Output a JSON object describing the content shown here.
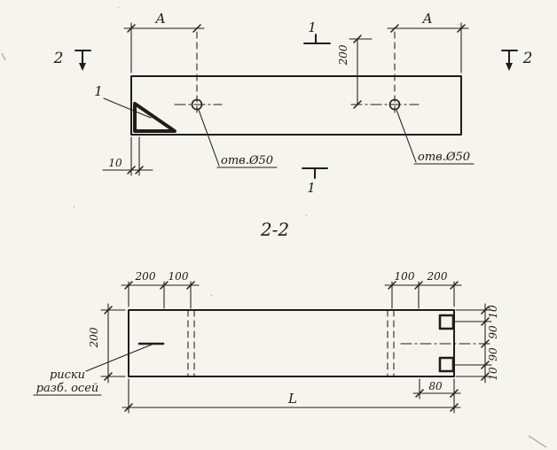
{
  "page": {
    "type": "technical-drawing",
    "colors": {
      "paper": "#f6f4ee",
      "ink": "#201d19"
    }
  },
  "plan": {
    "dim_a": "А",
    "section1": "1",
    "section2": "2",
    "dim_200": "200",
    "dim_10": "10",
    "detail_mark": "1",
    "hole_label": "отв.Ø50"
  },
  "section": {
    "title": "2-2",
    "dim_height": "200",
    "top_left": [
      "200",
      "100"
    ],
    "top_right": [
      "100",
      "200"
    ],
    "right_stack": [
      "10",
      "90",
      "90",
      "10"
    ],
    "dim_80": "80",
    "dim_length": "L",
    "note": [
      "риски",
      "разб. осей"
    ]
  }
}
